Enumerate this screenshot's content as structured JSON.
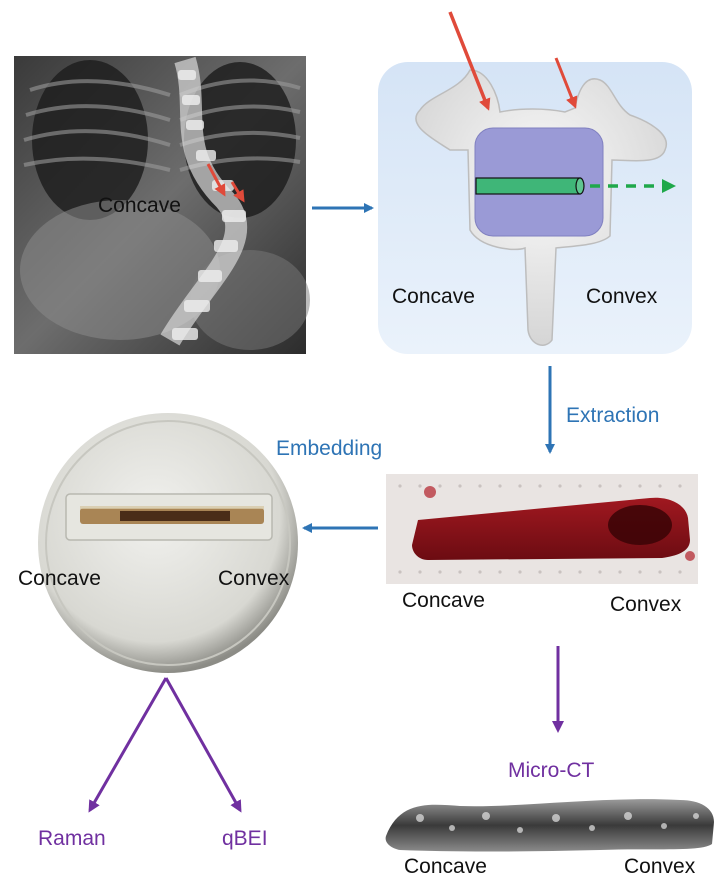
{
  "xray_panel": {
    "label_concave": "Concave"
  },
  "vertebra_panel": {
    "label_concave": "Concave",
    "label_convex": "Convex"
  },
  "steps": {
    "extraction": "Extraction",
    "embedding": "Embedding",
    "micro_ct": "Micro-CT",
    "raman": "Raman",
    "qbei": "qBEI"
  },
  "embedded_sample": {
    "label_concave": "Concave",
    "label_convex": "Convex"
  },
  "bone_core": {
    "label_concave": "Concave",
    "label_convex": "Convex"
  },
  "micro_ct_scan": {
    "label_concave": "Concave",
    "label_convex": "Convex"
  },
  "colors": {
    "flow_arrow": "#2e74b5",
    "analysis_arrow": "#7030a0",
    "highlight_arrow": "#e04a3a",
    "core_dir_arrow": "#1fa84a",
    "vertebral_body": "#9a9ad6",
    "vertebra_panel_bg": "#dce9f7"
  }
}
